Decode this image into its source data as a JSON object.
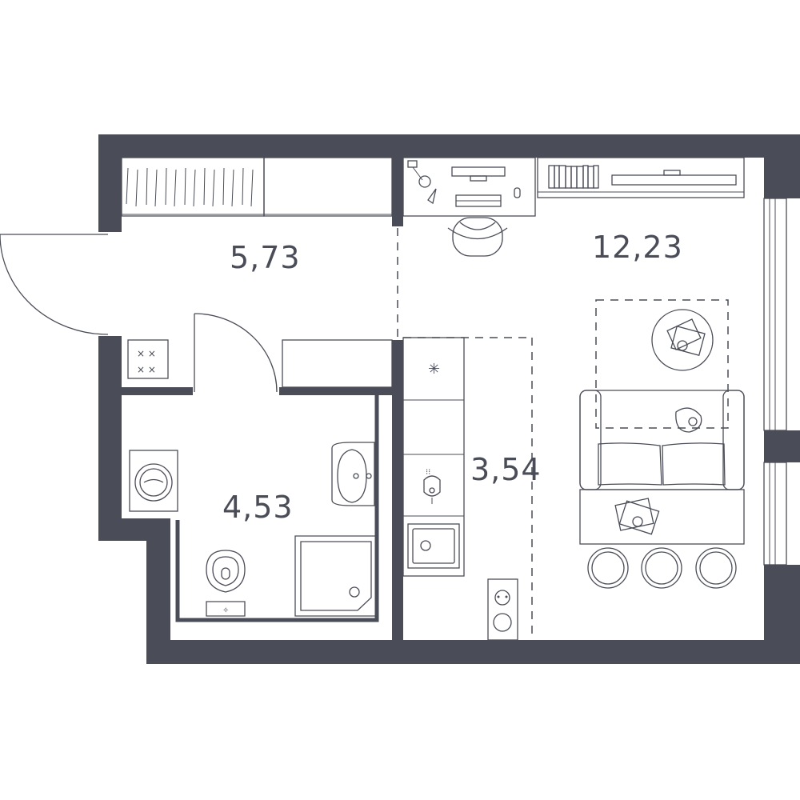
{
  "rooms": [
    {
      "id": "hallway",
      "area": "5,73"
    },
    {
      "id": "living-room",
      "area": "12,23"
    },
    {
      "id": "kitchen",
      "area": "3,54"
    },
    {
      "id": "bathroom",
      "area": "4,53"
    }
  ],
  "colors": {
    "wall": "#4a4d57",
    "background": "#ffffff",
    "line": "#4a4d57"
  },
  "icons": [
    "wardrobe",
    "entrance-door",
    "coat-rack",
    "shoe-cabinet",
    "desk",
    "monitor",
    "keyboard",
    "office-chair",
    "floor-lamp",
    "bookshelf",
    "tv-stand",
    "coffee-table",
    "sofa",
    "cushion",
    "magazines",
    "stools",
    "cooktop",
    "sink",
    "dishwasher",
    "oven",
    "washing-machine",
    "washbasin",
    "toilet",
    "shower-tray",
    "window"
  ]
}
